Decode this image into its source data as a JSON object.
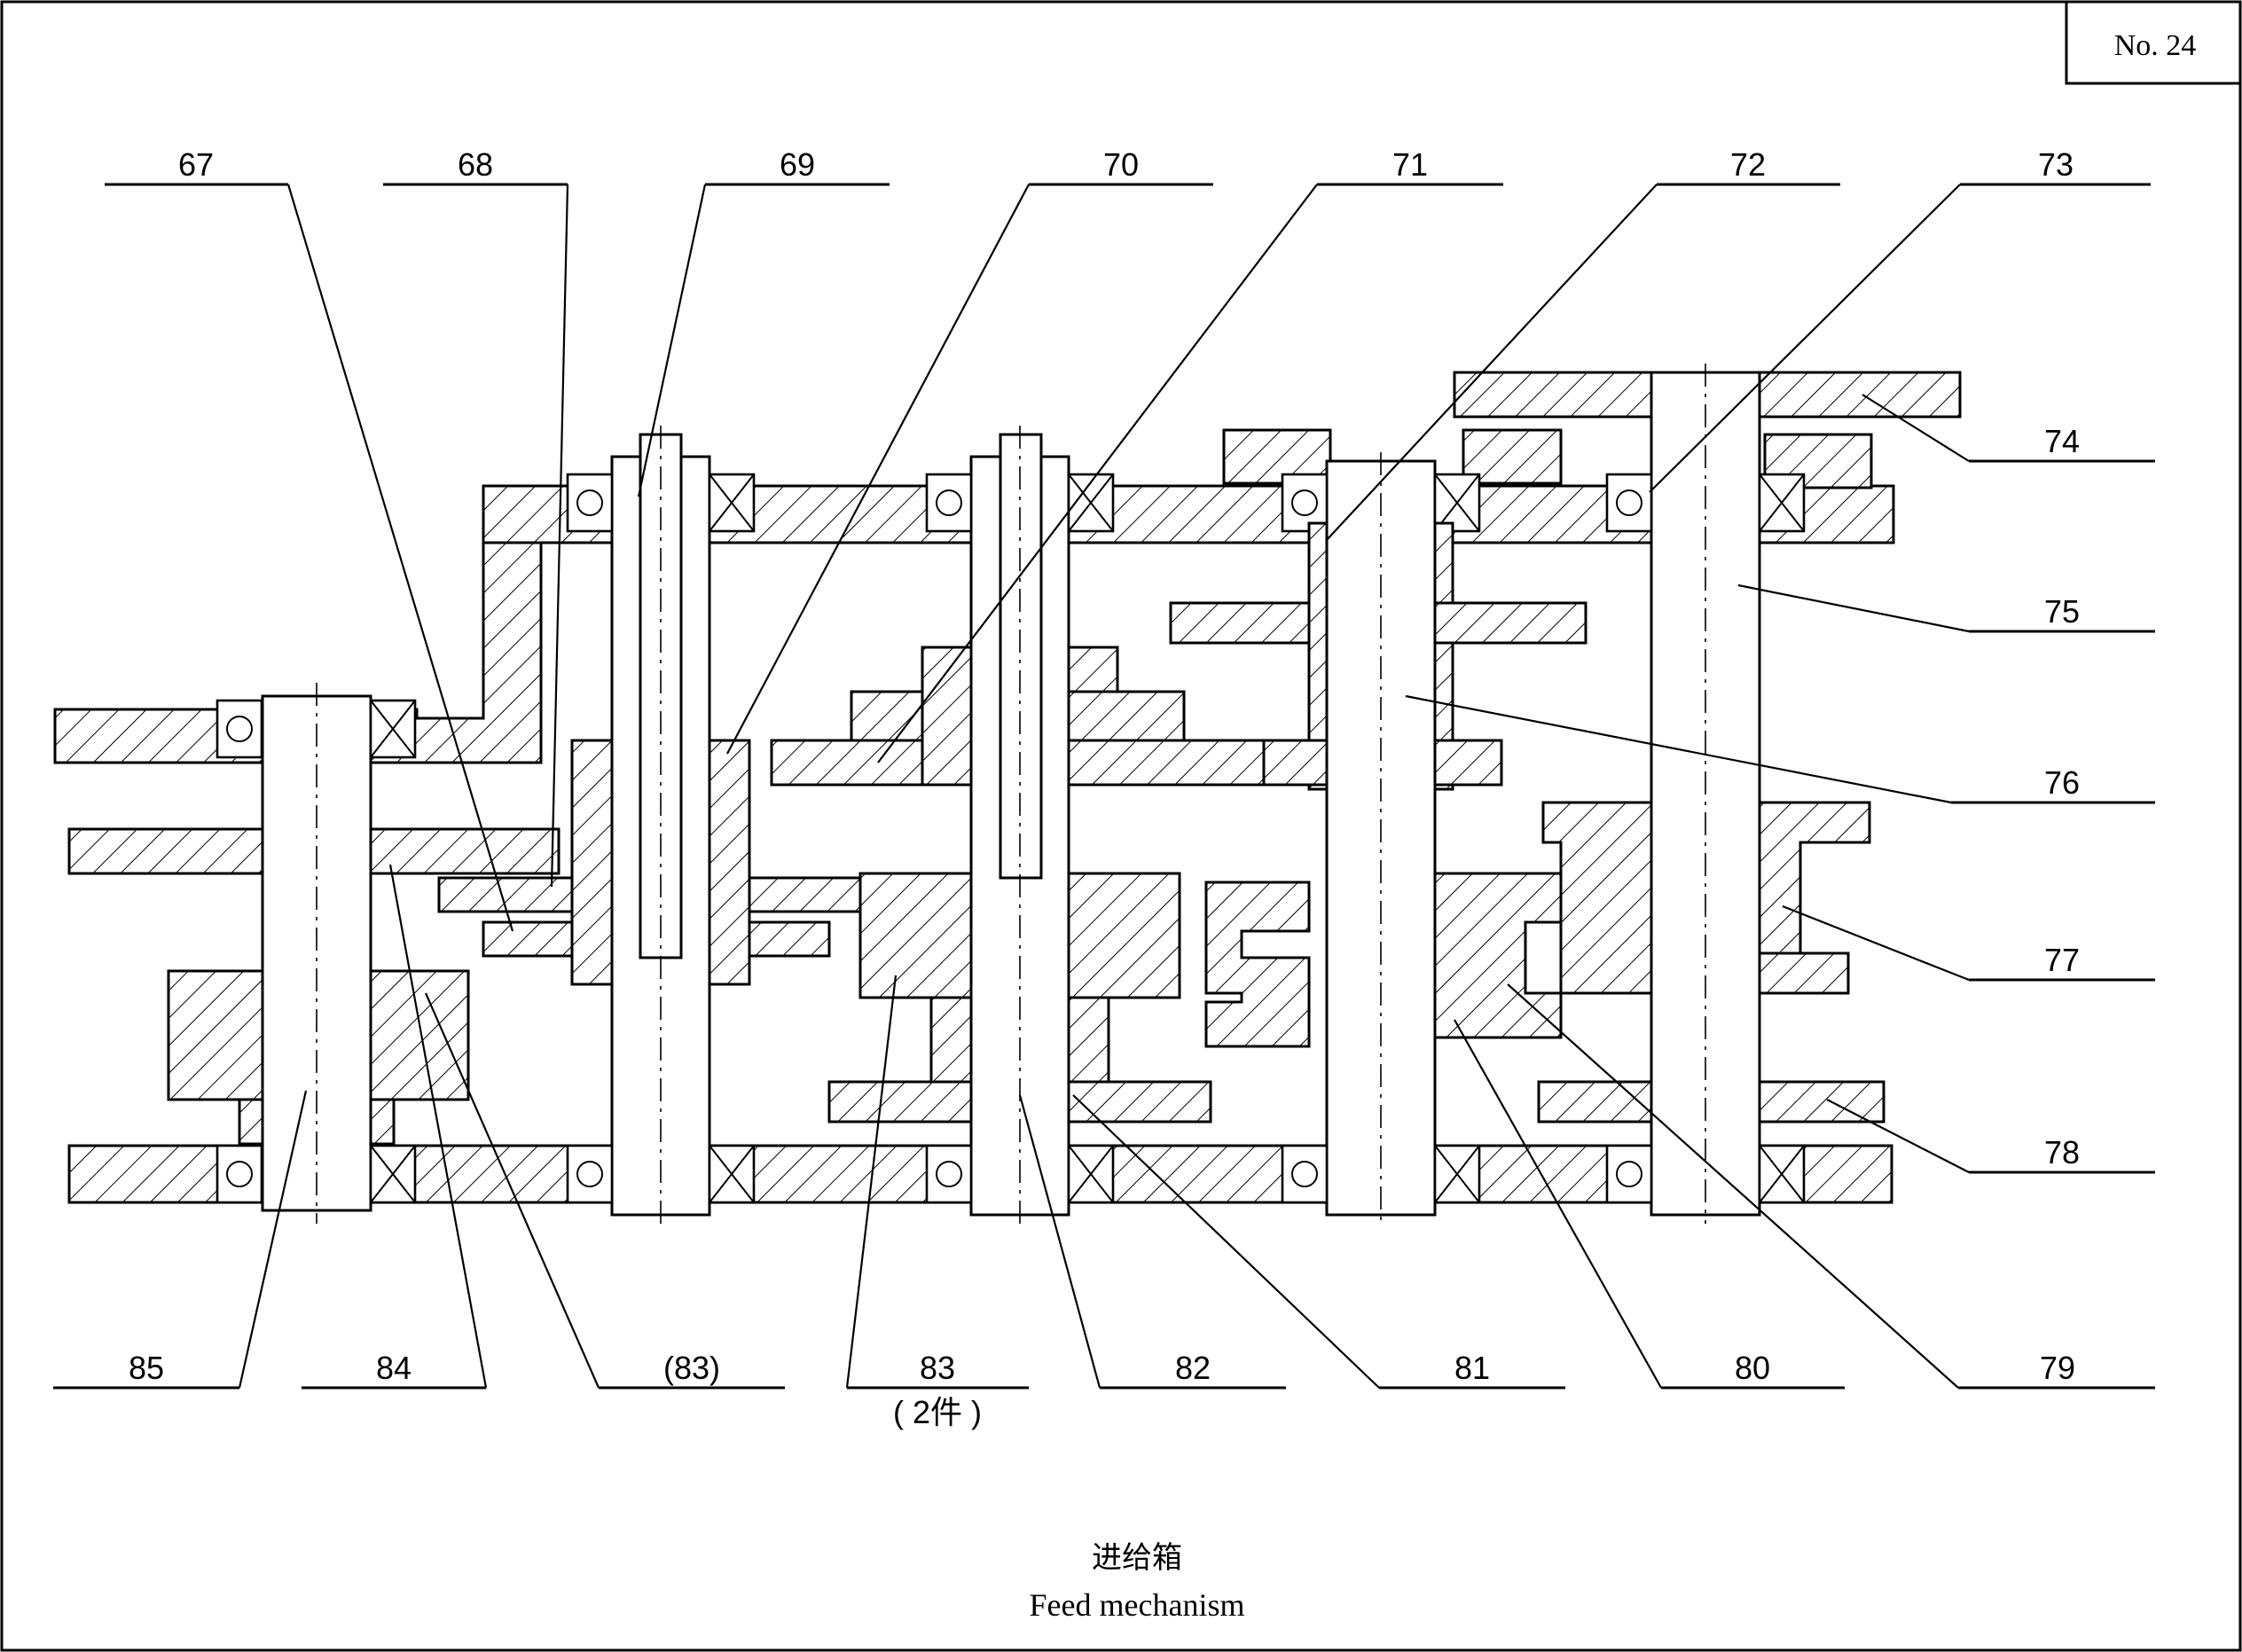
{
  "sheet_number": "No. 24",
  "title_zh": "进给箱",
  "title_en": "Feed mechanism",
  "labels_top": [
    "67",
    "68",
    "69",
    "70",
    "71",
    "72",
    "73"
  ],
  "labels_right": [
    "74",
    "75",
    "76",
    "77",
    "78"
  ],
  "labels_bottom": [
    "85",
    "84",
    "(83)",
    "83",
    "82",
    "81",
    "80",
    "79"
  ],
  "note_83": "( 2件 )"
}
